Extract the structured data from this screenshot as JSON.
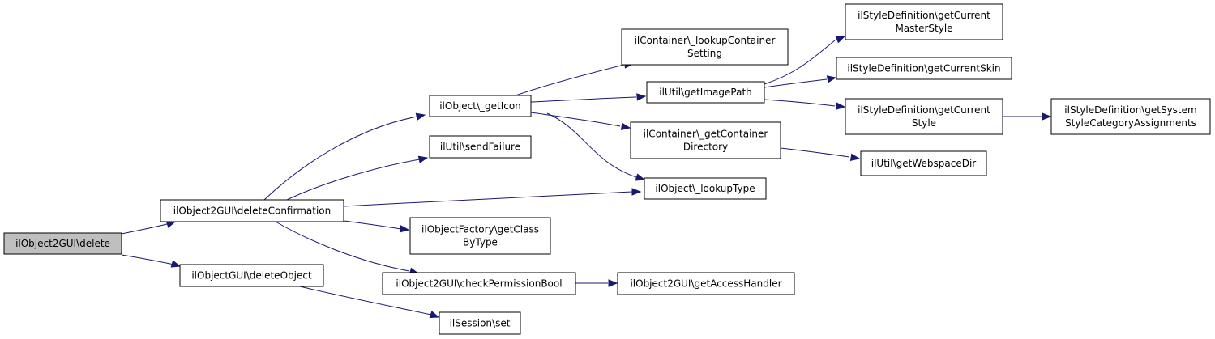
{
  "colors": {
    "node_fill": "#ffffff",
    "root_fill": "#bfbfbf",
    "border": "#000000",
    "edge": "#191970"
  },
  "nodes": [
    {
      "id": "n0",
      "lines": [
        "ilObject2GUI\\delete"
      ],
      "root": true
    },
    {
      "id": "n1",
      "lines": [
        "ilObject2GUI\\deleteConfirmation"
      ]
    },
    {
      "id": "n2",
      "lines": [
        "ilObjectGUI\\deleteObject"
      ]
    },
    {
      "id": "n3",
      "lines": [
        "ilObject\\_getIcon"
      ]
    },
    {
      "id": "n4",
      "lines": [
        "ilUtil\\sendFailure"
      ]
    },
    {
      "id": "n5",
      "lines": [
        "ilObject\\_lookupType"
      ]
    },
    {
      "id": "n6",
      "lines": [
        "ilObjectFactory\\getClass",
        "ByType"
      ]
    },
    {
      "id": "n7",
      "lines": [
        "ilObject2GUI\\checkPermissionBool"
      ]
    },
    {
      "id": "n8",
      "lines": [
        "ilSession\\set"
      ]
    },
    {
      "id": "n9",
      "lines": [
        "ilContainer\\_lookupContainer",
        "Setting"
      ]
    },
    {
      "id": "n10",
      "lines": [
        "ilUtil\\getImagePath"
      ]
    },
    {
      "id": "n11",
      "lines": [
        "ilContainer\\_getContainer",
        "Directory"
      ]
    },
    {
      "id": "n12",
      "lines": [
        "ilObject2GUI\\getAccessHandler"
      ]
    },
    {
      "id": "n13",
      "lines": [
        "ilStyleDefinition\\getCurrent",
        "MasterStyle"
      ]
    },
    {
      "id": "n14",
      "lines": [
        "ilStyleDefinition\\getCurrentSkin"
      ]
    },
    {
      "id": "n15",
      "lines": [
        "ilStyleDefinition\\getCurrent",
        "Style"
      ]
    },
    {
      "id": "n16",
      "lines": [
        "ilUtil\\getWebspaceDir"
      ]
    },
    {
      "id": "n17",
      "lines": [
        "ilStyleDefinition\\getSystem",
        "StyleCategoryAssignments"
      ]
    }
  ],
  "edges": [
    {
      "from": "n0",
      "to": "n1"
    },
    {
      "from": "n0",
      "to": "n2"
    },
    {
      "from": "n1",
      "to": "n3"
    },
    {
      "from": "n1",
      "to": "n4"
    },
    {
      "from": "n1",
      "to": "n5"
    },
    {
      "from": "n1",
      "to": "n6"
    },
    {
      "from": "n1",
      "to": "n7"
    },
    {
      "from": "n2",
      "to": "n8"
    },
    {
      "from": "n3",
      "to": "n9"
    },
    {
      "from": "n3",
      "to": "n10"
    },
    {
      "from": "n3",
      "to": "n11"
    },
    {
      "from": "n3",
      "to": "n5"
    },
    {
      "from": "n7",
      "to": "n12"
    },
    {
      "from": "n10",
      "to": "n13"
    },
    {
      "from": "n10",
      "to": "n14"
    },
    {
      "from": "n10",
      "to": "n15"
    },
    {
      "from": "n11",
      "to": "n16"
    },
    {
      "from": "n15",
      "to": "n17"
    }
  ]
}
